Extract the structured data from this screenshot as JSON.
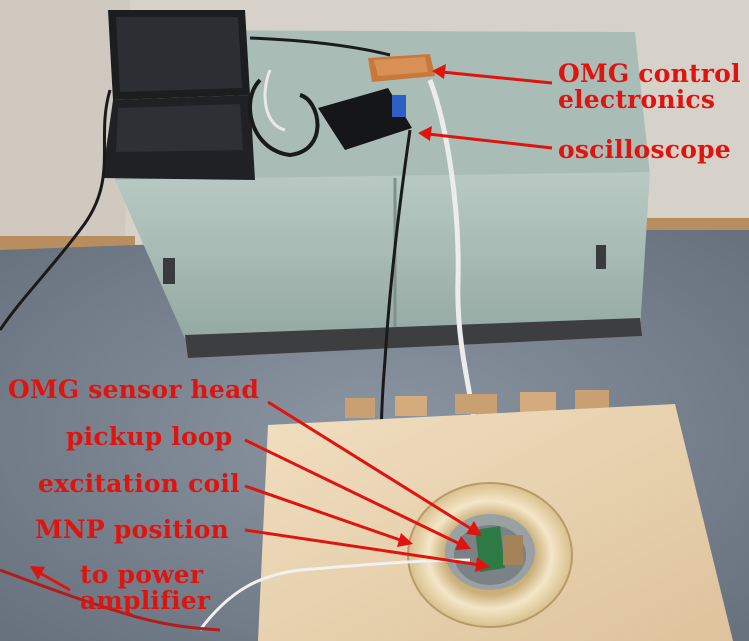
{
  "annotations": {
    "omg_control_line1": "OMG control",
    "omg_control_line2": "electronics",
    "oscilloscope": "oscilloscope",
    "omg_sensor_head": "OMG sensor head",
    "pickup_loop": "pickup loop",
    "excitation_coil": "excitation coil",
    "mnp_position": "MNP position",
    "to_power_line1": "to power",
    "to_power_line2": "amplifier"
  },
  "colors": {
    "annotation": "#e0140f",
    "floor": "#7d8894",
    "wall": "#d8d3cb",
    "cabinet": "#a9bdb7",
    "table": "#e8d3b1",
    "coil": "#f0e2c2"
  }
}
